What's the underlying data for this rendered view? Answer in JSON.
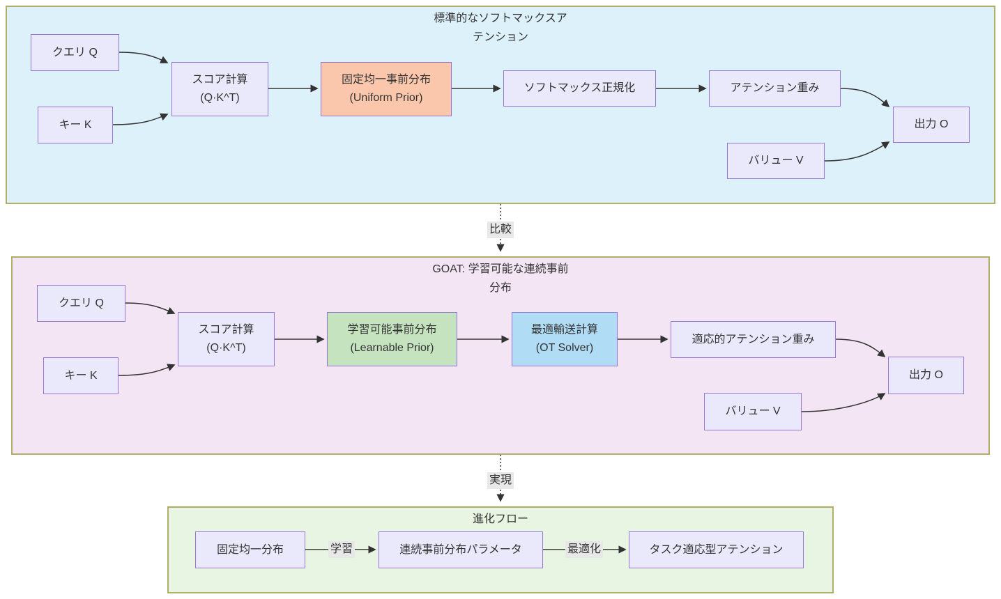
{
  "diagram": {
    "sections": {
      "standard": {
        "title": "標準的なソフトマックスア\nテンション",
        "nodes": {
          "query": "クエリ Q",
          "key": "キー K",
          "score": "スコア計算\n(Q·K^T)",
          "uniform_prior": "固定均一事前分布\n(Uniform Prior)",
          "softmax": "ソフトマックス正規化",
          "attention_weights": "アテンション重み",
          "value": "バリュー V",
          "output": "出力 O"
        }
      },
      "goat": {
        "title": "GOAT: 学習可能な連続事前\n分布",
        "nodes": {
          "query": "クエリ Q",
          "key": "キー K",
          "score": "スコア計算\n(Q·K^T)",
          "learnable_prior": "学習可能事前分布\n(Learnable Prior)",
          "ot_solver": "最適輸送計算\n(OT Solver)",
          "adaptive_weights": "適応的アテンション重み",
          "value": "バリュー V",
          "output": "出力 O"
        }
      },
      "evolution": {
        "title": "進化フロー",
        "nodes": {
          "fixed_uniform": "固定均一分布",
          "continuous_params": "連続事前分布パラメータ",
          "task_adaptive": "タスク適応型アテンション"
        },
        "edge_labels": {
          "learn": "学習",
          "optimize": "最適化"
        }
      }
    },
    "connector_labels": {
      "compare": "比較",
      "realize": "実現"
    }
  },
  "colors": {
    "standard_bg": "#ddf1fb",
    "goat_bg": "#f4e5f5",
    "evolution_bg": "#e9f5e3",
    "cluster_border": "#b1ae66",
    "node_fill": "#eae9fc",
    "node_border": "#9676d4",
    "uniform_fill": "#fbc7ac",
    "learnable_fill": "#c6e3bf",
    "ot_fill": "#b0dcf6",
    "edge": "#333333",
    "edge_label_bg": "#e8e8e8",
    "text": "#333333"
  }
}
